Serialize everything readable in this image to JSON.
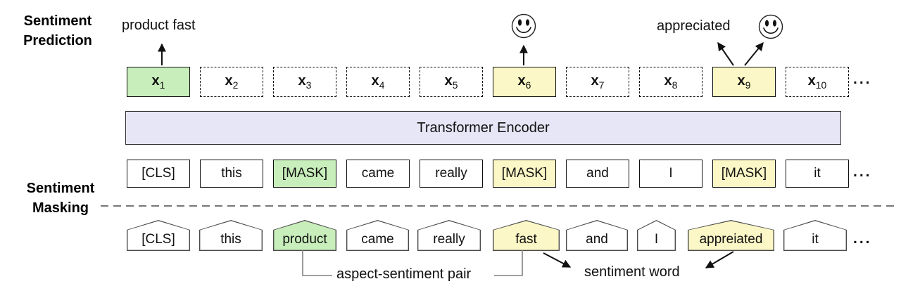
{
  "side_labels": {
    "prediction_line1": "Sentiment",
    "prediction_line2": "Prediction",
    "masking_line1": "Sentiment",
    "masking_line2": "Masking"
  },
  "outputs": {
    "x1_prediction": "product fast",
    "x9_prediction": "appreciated"
  },
  "encoder_label": "Transformer Encoder",
  "ellipsis": "...",
  "hidden_states": [
    {
      "base": "x",
      "sub": "1",
      "state": "aspect"
    },
    {
      "base": "x",
      "sub": "2",
      "state": "plain"
    },
    {
      "base": "x",
      "sub": "3",
      "state": "plain"
    },
    {
      "base": "x",
      "sub": "4",
      "state": "plain"
    },
    {
      "base": "x",
      "sub": "5",
      "state": "plain"
    },
    {
      "base": "x",
      "sub": "6",
      "state": "sentiment"
    },
    {
      "base": "x",
      "sub": "7",
      "state": "plain"
    },
    {
      "base": "x",
      "sub": "8",
      "state": "plain"
    },
    {
      "base": "x",
      "sub": "9",
      "state": "sentiment"
    },
    {
      "base": "x",
      "sub": "10",
      "state": "plain"
    }
  ],
  "masked_tokens": [
    {
      "text": "[CLS]",
      "state": "plain"
    },
    {
      "text": "this",
      "state": "plain"
    },
    {
      "text": "[MASK]",
      "state": "aspect"
    },
    {
      "text": "came",
      "state": "plain"
    },
    {
      "text": "really",
      "state": "plain"
    },
    {
      "text": "[MASK]",
      "state": "sentiment"
    },
    {
      "text": "and",
      "state": "plain"
    },
    {
      "text": "I",
      "state": "plain"
    },
    {
      "text": "[MASK]",
      "state": "sentiment"
    },
    {
      "text": "it",
      "state": "plain"
    }
  ],
  "input_tokens": [
    {
      "text": "[CLS]",
      "state": "plain"
    },
    {
      "text": "this",
      "state": "plain"
    },
    {
      "text": "product",
      "state": "aspect"
    },
    {
      "text": "came",
      "state": "plain"
    },
    {
      "text": "really",
      "state": "plain"
    },
    {
      "text": "fast",
      "state": "sentiment"
    },
    {
      "text": "and",
      "state": "plain"
    },
    {
      "text": "I",
      "state": "plain"
    },
    {
      "text": "appreiated",
      "state": "sentiment"
    },
    {
      "text": "it",
      "state": "plain"
    }
  ],
  "annotations": {
    "aspect_pair": "aspect-sentiment pair",
    "sentiment_word": "sentiment word"
  },
  "icons": {
    "smiley": "positive-sentiment-smiley-face"
  },
  "colors": {
    "aspect_green": "#c8eebb",
    "sentiment_yellow": "#fbf7c6",
    "encoder_fill": "#e6e6f7"
  }
}
